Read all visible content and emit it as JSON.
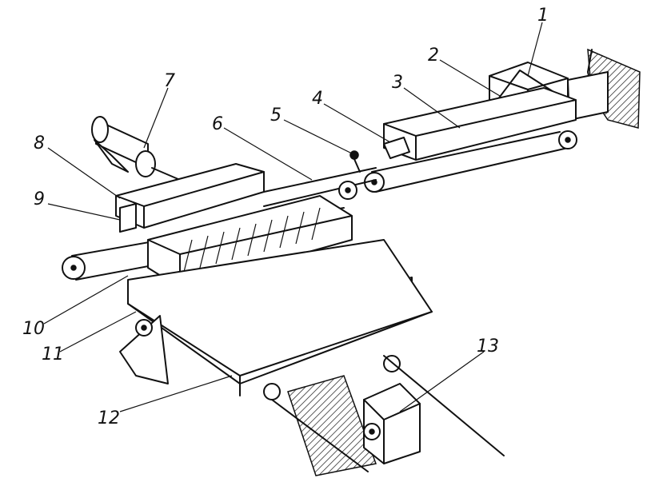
{
  "labels": [
    {
      "id": "1",
      "text": "1"
    },
    {
      "id": "2",
      "text": "2"
    },
    {
      "id": "3",
      "text": "3"
    },
    {
      "id": "4",
      "text": "4"
    },
    {
      "id": "5",
      "text": "5"
    },
    {
      "id": "6",
      "text": "6"
    },
    {
      "id": "7",
      "text": "7"
    },
    {
      "id": "8",
      "text": "8"
    },
    {
      "id": "9",
      "text": "9"
    },
    {
      "id": "10",
      "text": "10"
    },
    {
      "id": "11",
      "text": "11"
    },
    {
      "id": "12",
      "text": "12"
    },
    {
      "id": "13",
      "text": "13"
    }
  ]
}
